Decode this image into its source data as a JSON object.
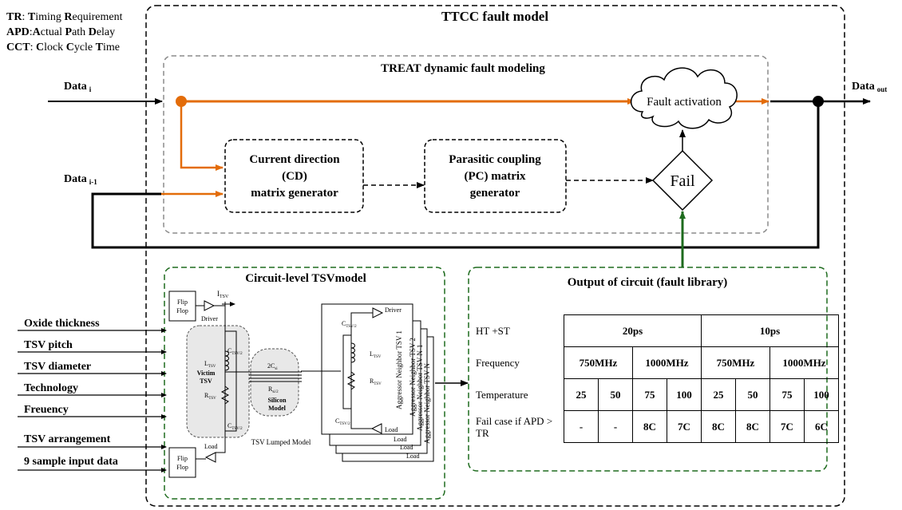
{
  "legend": [
    {
      "abbr": "TR",
      "sep": ": ",
      "parts": [
        [
          "T",
          "iming "
        ],
        [
          "R",
          "equirement"
        ]
      ]
    },
    {
      "abbr": "APD",
      "sep": ":",
      "parts": [
        [
          "A",
          "ctual "
        ],
        [
          "P",
          "ath "
        ],
        [
          "D",
          "elay"
        ]
      ]
    },
    {
      "abbr": "CCT",
      "sep": ": ",
      "parts": [
        [
          "C",
          "lock "
        ],
        [
          "C",
          "ycle "
        ],
        [
          "T",
          "ime"
        ]
      ]
    }
  ],
  "titles": {
    "outer": "TTCC fault model",
    "treat": "TREAT dynamic fault modeling",
    "circuit": "Circuit-level TSVmodel",
    "library": "Output of circuit (fault library)"
  },
  "signals": {
    "data_i": "Data",
    "data_i_sub": "i",
    "data_i1": "Data",
    "data_i1_sub": "i-1",
    "data_out": "Data",
    "data_out_sub": "out"
  },
  "blocks": {
    "cd": [
      "Current direction",
      "(CD)",
      "matrix generator"
    ],
    "pc": [
      "Parasitic coupling",
      "(PC) matrix",
      "generator"
    ],
    "fail": "Fail",
    "fault_activation": "Fault activation"
  },
  "inputs": [
    "Oxide thickness",
    "TSV pitch",
    "TSV diameter",
    "Technology",
    "Freuency",
    "TSV arrangement",
    "9 sample input data"
  ],
  "circuit_labels": {
    "flipflop_top": [
      "Flip",
      "Flop"
    ],
    "flipflop_bot": [
      "Flip",
      "Flop"
    ],
    "driver": "Driver",
    "load": "Load",
    "itsv": "I",
    "itsv_sub": "TSV",
    "victim": [
      "Victim",
      "TSV"
    ],
    "ltsv": "L",
    "ltsv_sub": "TSV",
    "rtsv": "R",
    "rtsv_sub": "TSV",
    "ctsv": "C",
    "ctsv_sub": "TSV/2",
    "csi": "2C",
    "csi_sub": "si",
    "rsi": "R",
    "rsi_sub": "si/2",
    "silicon": [
      "Silicon",
      "Model"
    ],
    "lumped": "TSV Lumped Model",
    "aggressors": [
      "Aggressor Neighbor TSV 1",
      "Aggressor Neighbor TSV 2",
      "Aggressor Neighbor TSV N-1",
      "Aggressor Neighbor TSV N"
    ],
    "agg_driver": "Driver",
    "agg_loads": [
      "Load",
      "Load",
      "Load",
      "Load"
    ]
  },
  "fault_library": {
    "row_labels": [
      "HT +ST",
      "Frequency",
      "Temperature",
      "Fail case if APD > TR"
    ],
    "ht_st": [
      "20ps",
      "10ps"
    ],
    "frequency": [
      "750MHz",
      "1000MHz",
      "750MHz",
      "1000MHz"
    ],
    "temperature": [
      "25",
      "50",
      "75",
      "100",
      "25",
      "50",
      "75",
      "100"
    ],
    "fail_case": [
      "-",
      "-",
      "8C",
      "7C",
      "8C",
      "8C",
      "7C",
      "6C"
    ]
  },
  "colors": {
    "orange": "#E36C09",
    "green": "#1E6B1E",
    "gray_dash": "#8C8C8C",
    "black": "#000000"
  }
}
